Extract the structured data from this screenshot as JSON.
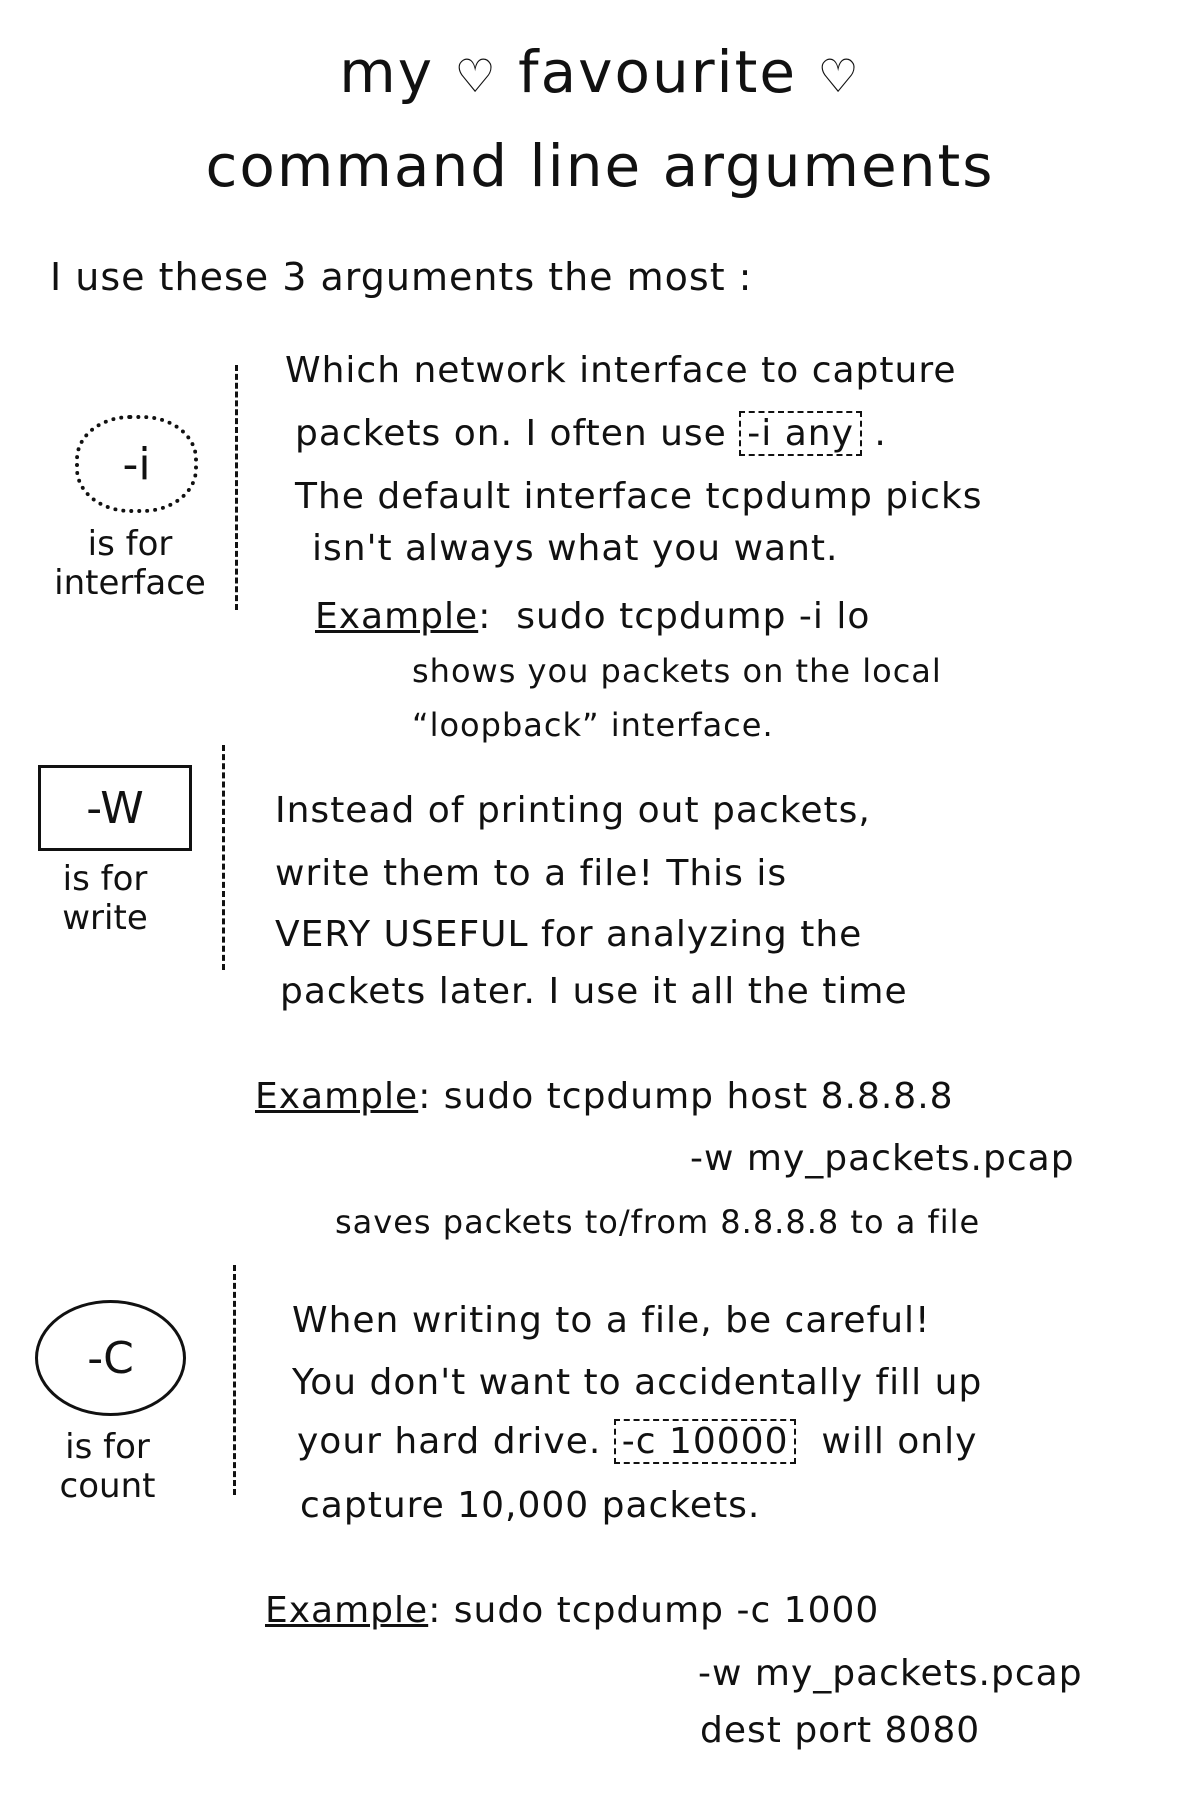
{
  "title": {
    "line1_a": "my",
    "line1_b": "favourite",
    "heart": "♡",
    "line2": "command line arguments"
  },
  "intro": "I use these 3 arguments the most :",
  "sections": [
    {
      "flag": "-i",
      "label_1": "is for",
      "label_2": "interface",
      "lines": [
        "Which network interface to capture",
        "packets on. I often use",
        "The default interface tcpdump picks",
        "isn't always what you want."
      ],
      "highlight": "-i any",
      "example_label": "Example",
      "example_lines": [
        "sudo tcpdump -i lo",
        "shows you packets on the local",
        "“loopback” interface."
      ]
    },
    {
      "flag": "-W",
      "label_1": "is for",
      "label_2": "write",
      "lines": [
        "Instead of printing out packets,",
        "write them to a file! This is",
        "VERY USEFUL for analyzing the",
        "packets later. I use it all the time"
      ],
      "example_label": "Example",
      "example_lines": [
        "sudo tcpdump host 8.8.8.8",
        "-w my_packets.pcap",
        "saves packets to/from 8.8.8.8 to a file"
      ]
    },
    {
      "flag": "-C",
      "label_1": "is for",
      "label_2": "count",
      "lines": [
        "When writing to a file, be careful!",
        "You don't want to accidentally fill up",
        "your hard drive.",
        "will only",
        "capture 10,000 packets."
      ],
      "highlight": "-c 10000",
      "example_label": "Example",
      "example_lines": [
        "sudo tcpdump -c 1000",
        "-w my_packets.pcap",
        "dest port 8080"
      ]
    }
  ]
}
